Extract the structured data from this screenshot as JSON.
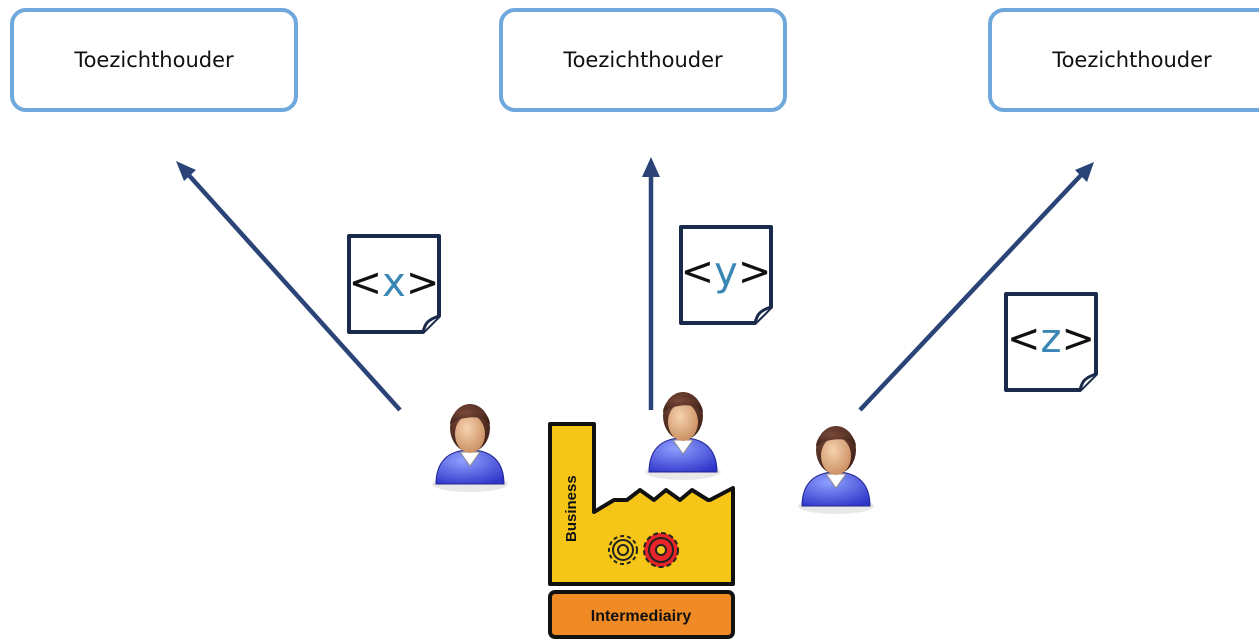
{
  "supervisors": [
    {
      "label": "Toezichthouder"
    },
    {
      "label": "Toezichthouder"
    },
    {
      "label": "Toezichthouder"
    }
  ],
  "documents": [
    {
      "open": "<",
      "var": "x",
      "close": ">"
    },
    {
      "open": "<",
      "var": "y",
      "close": ">"
    },
    {
      "open": "<",
      "var": "z",
      "close": ">"
    }
  ],
  "factory": {
    "building_label": "Business",
    "base_label": "Intermediairy"
  },
  "colors": {
    "box_border": "#6fa8dc",
    "arrow": "#2b4478",
    "factory_fill": "#f5c518",
    "base_fill": "#f08a24",
    "doc_var": "#3a86b4"
  },
  "icons": [
    "person-icon",
    "person-icon",
    "person-icon",
    "gear-icon",
    "gear-icon",
    "factory-icon",
    "document-icon"
  ]
}
